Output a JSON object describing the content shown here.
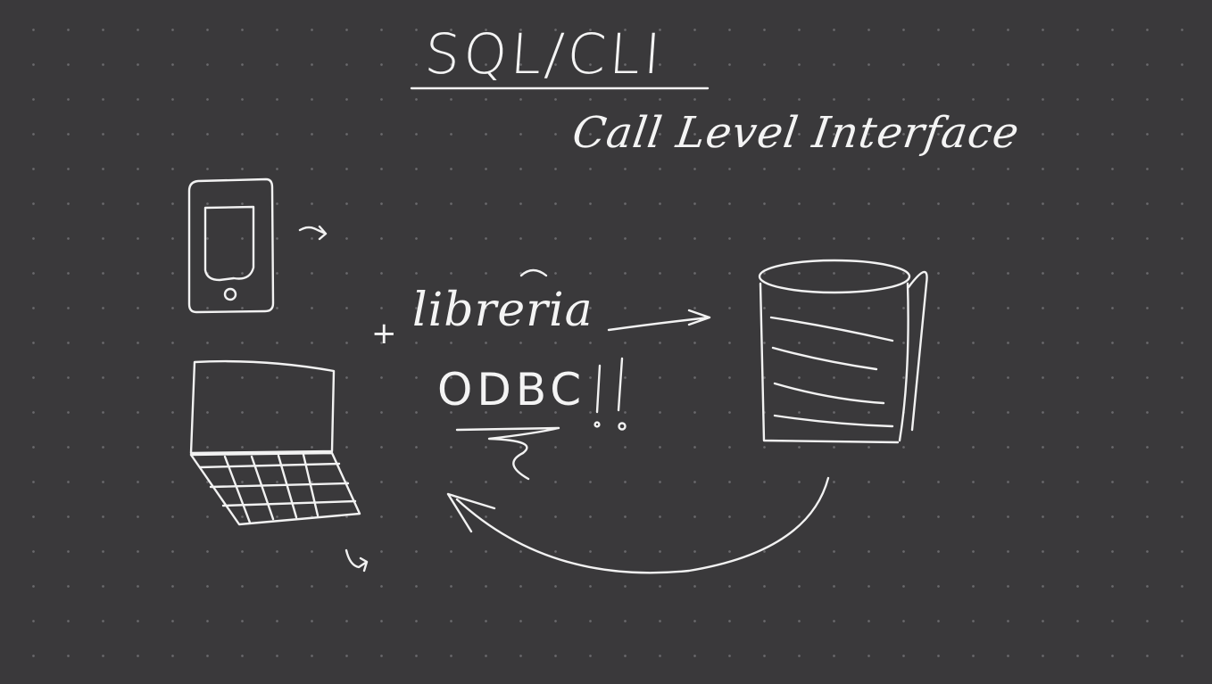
{
  "board": {
    "background_color": "#3a393b",
    "ink_color": "#f2f2f2"
  },
  "title": "SQL/CLI",
  "subtitle": "Call Level Interface",
  "plus_sign": "+",
  "library_label": "libreria",
  "odbc_label": "ODBC",
  "icons": [
    "smartphone-icon",
    "laptop-icon",
    "database-icon"
  ]
}
